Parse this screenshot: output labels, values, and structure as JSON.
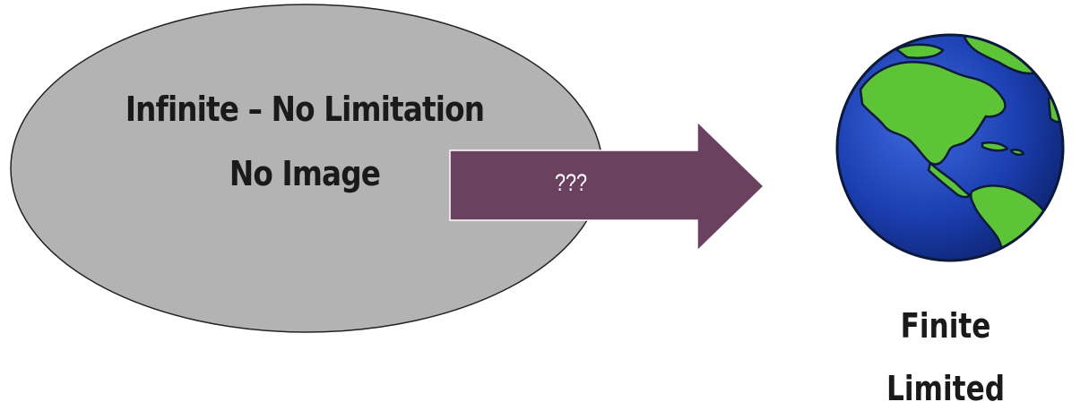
{
  "oval": {
    "line1": "Infinite – No Limitation",
    "line2": "No Image",
    "fill": "#b3b3b3"
  },
  "arrow": {
    "label": "???",
    "fill": "#6b4160"
  },
  "globe": {
    "ocean": "#1c3fb2",
    "land": "#5cc436",
    "caption_line1": "Finite",
    "caption_line2": "Limited"
  }
}
